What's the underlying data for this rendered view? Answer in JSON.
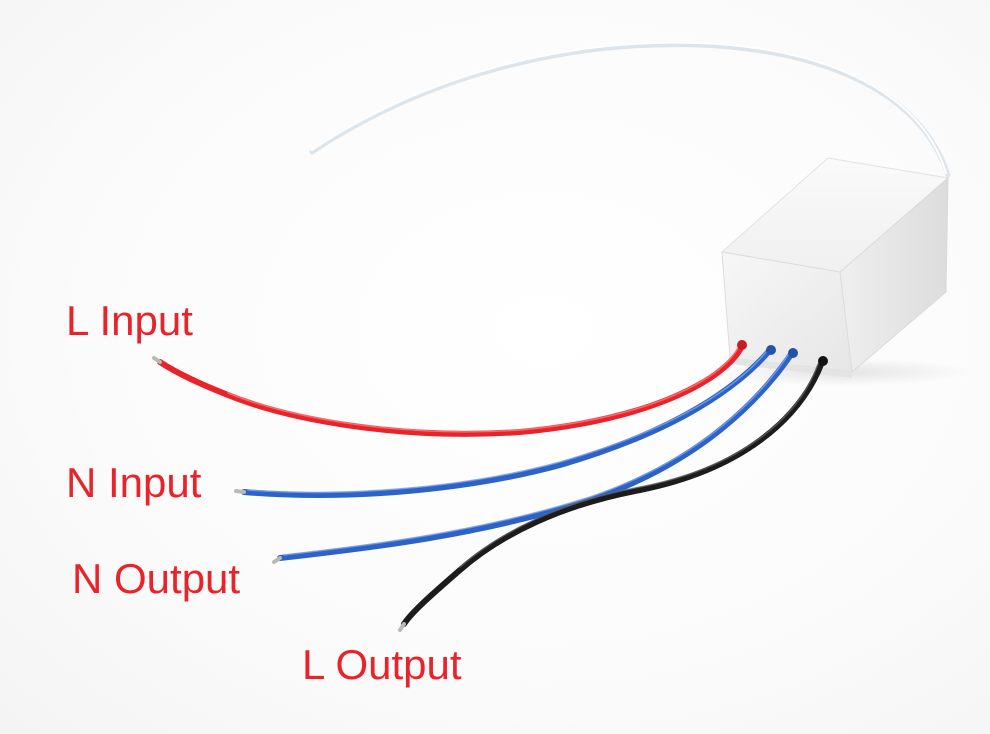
{
  "labels": {
    "l_input": "L Input",
    "n_input": "N Input",
    "n_output": "N Output",
    "l_output": "L Output"
  },
  "colors": {
    "label_text": "#e8232a",
    "live_wire": "#e8232a",
    "neutral_wire": "#2d63c8",
    "output_wire": "#1c1c1c",
    "module_body": "#f2f2f2",
    "antenna_wire": "#eaeff3"
  }
}
